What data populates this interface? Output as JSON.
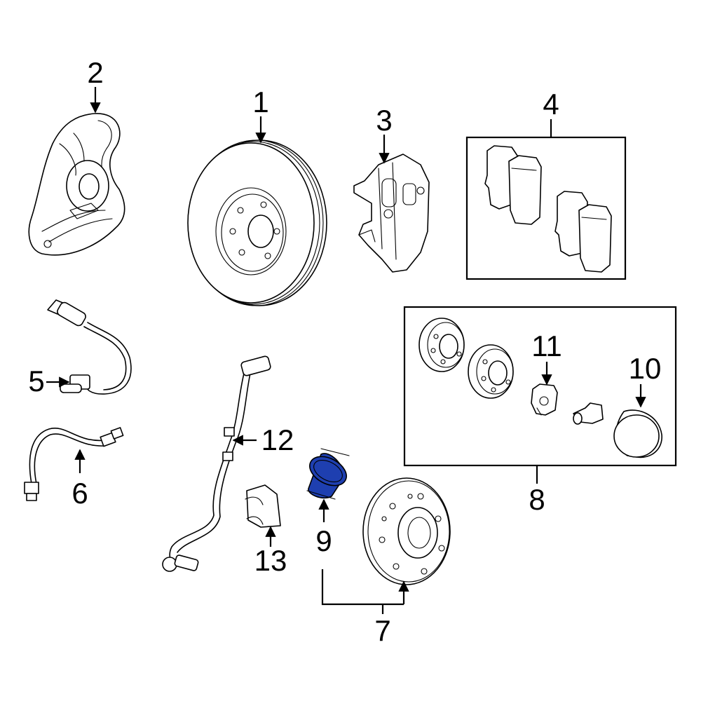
{
  "diagram": {
    "callouts": {
      "c1": "1",
      "c2": "2",
      "c3": "3",
      "c4": "4",
      "c5": "5",
      "c6": "6",
      "c7": "7",
      "c8": "8",
      "c9": "9",
      "c10": "10",
      "c11": "11",
      "c12": "12",
      "c13": "13"
    },
    "highlight_color": "#1e3fb0",
    "highlighted_part": "9"
  }
}
